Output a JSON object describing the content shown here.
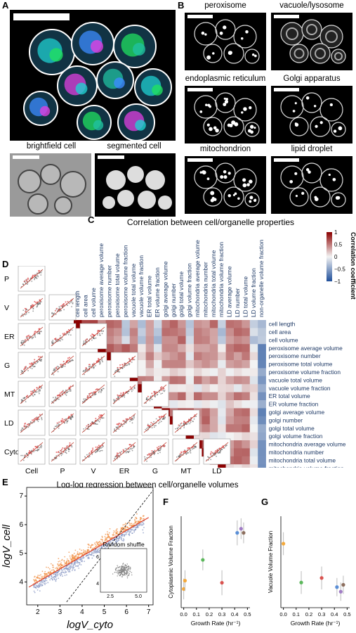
{
  "panels": {
    "A": {
      "label": "A",
      "sub_titles": [
        "brightfield cell",
        "segmented cell"
      ]
    },
    "B": {
      "label": "B",
      "titles": [
        "peroxisome",
        "vacuole/lysosome",
        "endoplasmic reticulum",
        "Golgi apparatus",
        "mitochondrion",
        "lipid droplet"
      ]
    },
    "C": {
      "label": "C",
      "title": "Correlation between cell/organelle properties",
      "colorbar_label": "Correlation coefficient",
      "colorbar_ticks": [
        "1",
        "0.5",
        "0",
        "−0.5",
        "−1"
      ],
      "colors": {
        "positive": "#8b0000",
        "neutral": "#f3f3f3",
        "negative": "#1f4f9a"
      }
    },
    "D": {
      "label": "D",
      "row_labels": [
        "P",
        "V",
        "ER",
        "G",
        "MT",
        "LD",
        "Cyto"
      ],
      "col_labels": [
        "Cell",
        "P",
        "V",
        "ER",
        "G",
        "MT",
        "LD"
      ],
      "caption": "Log-log regression between cell/organelle volumes"
    },
    "E": {
      "label": "E",
      "xlabel": "logV_cyto",
      "ylabel": "logV_cell",
      "inset_title": "Random shuffle",
      "x_ticks": [
        "2",
        "3",
        "4",
        "5",
        "6",
        "7"
      ],
      "y_ticks": [
        "4",
        "5",
        "6",
        "7"
      ],
      "inset_ticks": [
        "2.5",
        "5.0",
        "6",
        "4"
      ]
    },
    "F": {
      "label": "F",
      "ylabel": "Cytoplasmic Volume Fraction",
      "xlabel": "Growth Rate (hr⁻¹)",
      "x_ticks": [
        "0.0",
        "0.1",
        "0.2",
        "0.3",
        "0.4",
        "0.5"
      ]
    },
    "G": {
      "label": "G",
      "ylabel": "Vacuole Volume Fraction",
      "xlabel": "Growth Rate (hr⁻¹)",
      "x_ticks": [
        "0.0",
        "0.1",
        "0.2",
        "0.3",
        "0.4",
        "0.5"
      ]
    }
  },
  "matrix_labels": [
    "cell length",
    "cell area",
    "cell volume",
    "peroxisome average volume",
    "peroxisome number",
    "peroxisome total volume",
    "peroxisome volume fraction",
    "vacuole total volume",
    "vacuole volume fraction",
    "ER total volume",
    "ER volume fraction",
    "golgi average volume",
    "golgi number",
    "golgi total volume",
    "golgi volume fraction",
    "mitochondria average volume",
    "mitochondria number",
    "mitochondria total volume",
    "mitochondria volume fraction",
    "LD average volume",
    "LD number",
    "LD total volume",
    "LD volume fraction",
    "non-organelle volume fraction"
  ],
  "chart_data": [
    {
      "type": "heatmap",
      "title": "Correlation between cell/organelle properties",
      "colorbar": {
        "label": "Correlation coefficient",
        "range": [
          -1,
          1
        ]
      },
      "labels": [
        "cell length",
        "cell area",
        "cell volume",
        "peroxisome average volume",
        "peroxisome number",
        "peroxisome total volume",
        "peroxisome volume fraction",
        "vacuole total volume",
        "vacuole volume fraction",
        "ER total volume",
        "ER volume fraction",
        "golgi average volume",
        "golgi number",
        "golgi total volume",
        "golgi volume fraction",
        "mitochondria average volume",
        "mitochondria number",
        "mitochondria total volume",
        "mitochondria volume fraction",
        "LD average volume",
        "LD number",
        "LD total volume",
        "LD volume fraction",
        "non-organelle volume fraction"
      ],
      "upper_triangle": true
    },
    {
      "type": "scatter",
      "xlabel": "logV_cyto",
      "ylabel": "logV_cell",
      "xlim": [
        1.5,
        7.2
      ],
      "ylim": [
        3.2,
        7.3
      ],
      "x_ticks": [
        2,
        3,
        4,
        5,
        6,
        7
      ],
      "y_ticks": [
        4,
        5,
        6,
        7
      ],
      "fit_line": {
        "slope": 0.45,
        "intercept": 3.1,
        "color": "#e0402a"
      },
      "identity_line": {
        "slope": 1,
        "intercept": 0,
        "style": "dashed"
      },
      "inset": {
        "title": "Random shuffle",
        "x_ticks": [
          2.5,
          5.0
        ],
        "y_ticks": [
          4,
          6
        ]
      }
    },
    {
      "type": "scatter",
      "ylabel": "Cytoplasmic Volume Fraction",
      "xlabel": "Growth Rate (hr⁻¹)",
      "xlim": [
        -0.02,
        0.52
      ],
      "ylim": [
        0.18,
        0.62
      ],
      "points": [
        {
          "x": 0.0,
          "y": 0.27,
          "err": 0.05,
          "color": "#f4a93b"
        },
        {
          "x": 0.01,
          "y": 0.31,
          "err": 0.05,
          "color": "#f4a93b"
        },
        {
          "x": 0.15,
          "y": 0.41,
          "err": 0.05,
          "color": "#5cb85c"
        },
        {
          "x": 0.3,
          "y": 0.3,
          "err": 0.06,
          "color": "#d9534f"
        },
        {
          "x": 0.42,
          "y": 0.54,
          "err": 0.06,
          "color": "#5b8fd6"
        },
        {
          "x": 0.45,
          "y": 0.56,
          "err": 0.05,
          "color": "#a07cc5"
        },
        {
          "x": 0.47,
          "y": 0.54,
          "err": 0.05,
          "color": "#8c6e5d"
        }
      ]
    },
    {
      "type": "scatter",
      "ylabel": "Vacuole Volume Fraction",
      "xlabel": "Growth Rate (hr⁻¹)",
      "xlim": [
        -0.02,
        0.52
      ],
      "ylim": [
        0.0,
        0.2
      ],
      "points": [
        {
          "x": 0.0,
          "y": 0.14,
          "err": 0.025,
          "color": "#f4a93b"
        },
        {
          "x": 0.14,
          "y": 0.055,
          "err": 0.025,
          "color": "#5cb85c"
        },
        {
          "x": 0.3,
          "y": 0.065,
          "err": 0.025,
          "color": "#d9534f"
        },
        {
          "x": 0.42,
          "y": 0.045,
          "err": 0.02,
          "color": "#5b8fd6"
        },
        {
          "x": 0.45,
          "y": 0.035,
          "err": 0.02,
          "color": "#a07cc5"
        },
        {
          "x": 0.47,
          "y": 0.05,
          "err": 0.02,
          "color": "#8c6e5d"
        }
      ]
    }
  ]
}
